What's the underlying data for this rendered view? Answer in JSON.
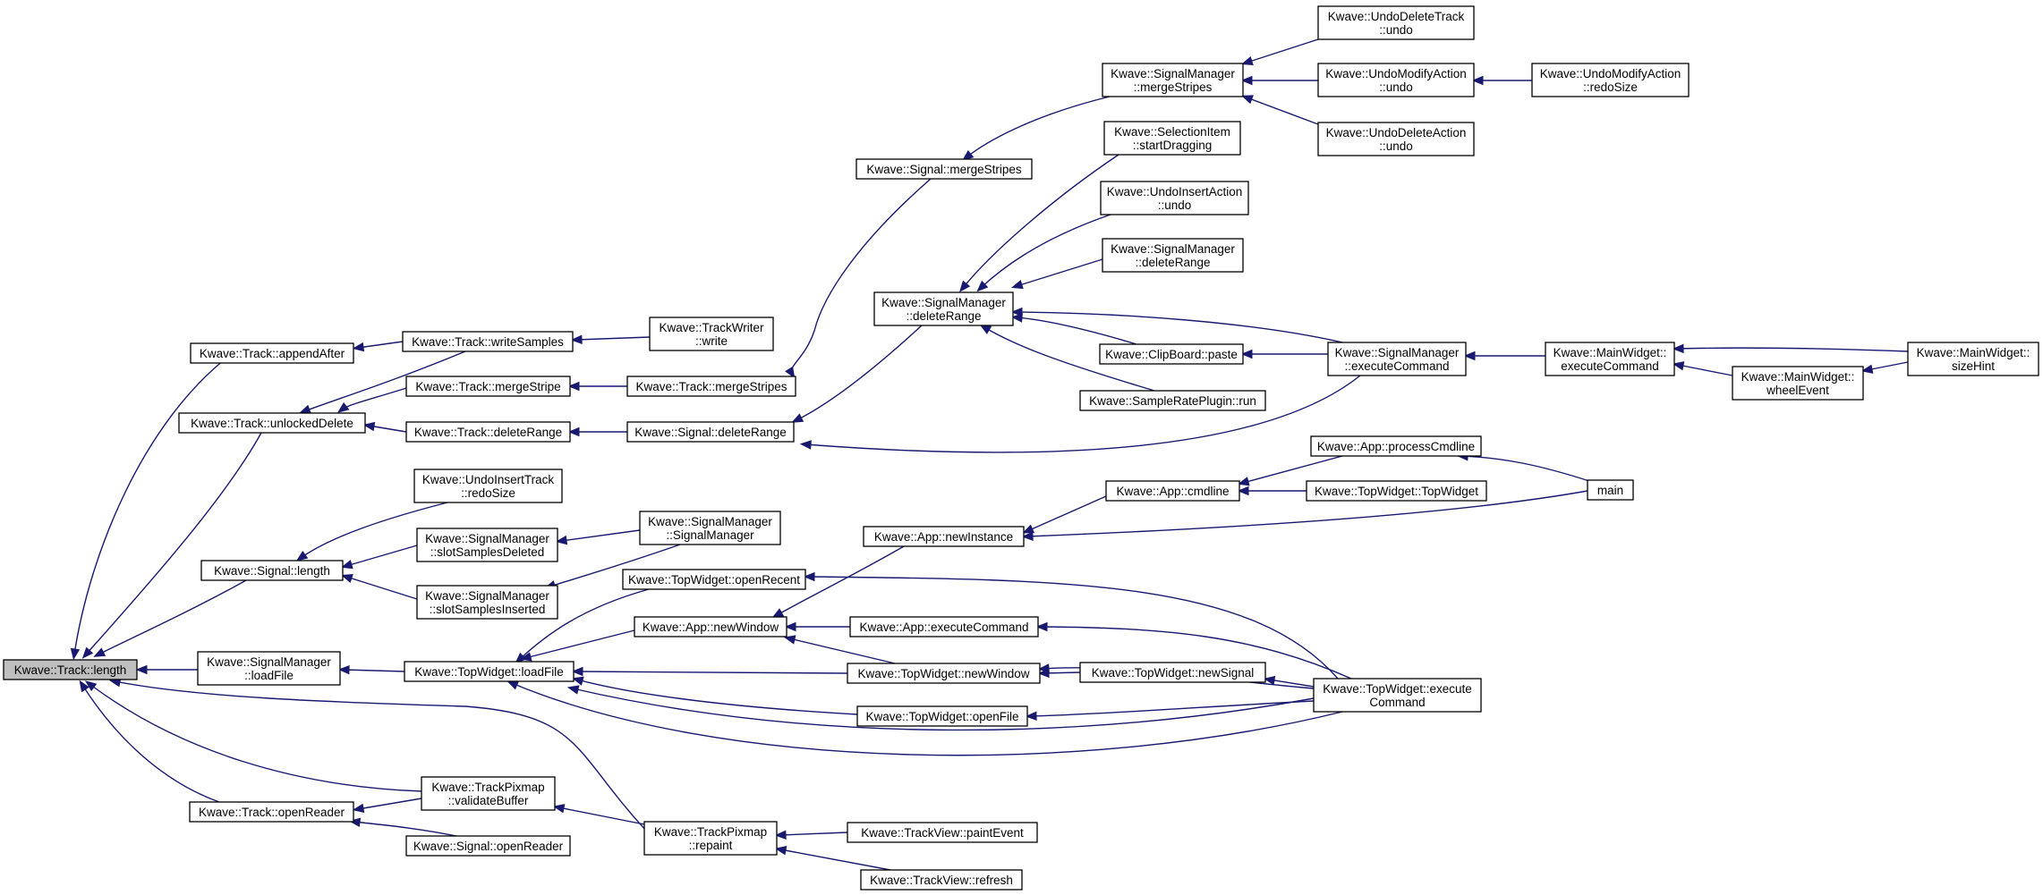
{
  "graph": {
    "edge_color": "#191970",
    "root_fill": "#bfbfbf",
    "node_fill": "#ffffff",
    "nodes": [
      {
        "id": "n_length",
        "lines": [
          "Kwave::Track::length"
        ],
        "root": true
      },
      {
        "id": "n_appendAfter",
        "lines": [
          "Kwave::Track::appendAfter"
        ]
      },
      {
        "id": "n_unlockedDelete",
        "lines": [
          "Kwave::Track::unlockedDelete"
        ]
      },
      {
        "id": "n_signal_length",
        "lines": [
          "Kwave::Signal::length"
        ]
      },
      {
        "id": "n_sm_loadFile",
        "lines": [
          "Kwave::SignalManager",
          "::loadFile"
        ]
      },
      {
        "id": "n_track_openReader",
        "lines": [
          "Kwave::Track::openReader"
        ]
      },
      {
        "id": "n_writeSamples",
        "lines": [
          "Kwave::Track::writeSamples"
        ]
      },
      {
        "id": "n_track_mergeStripe",
        "lines": [
          "Kwave::Track::mergeStripe"
        ]
      },
      {
        "id": "n_track_deleteRange",
        "lines": [
          "Kwave::Track::deleteRange"
        ]
      },
      {
        "id": "n_undoInsertTrack",
        "lines": [
          "Kwave::UndoInsertTrack",
          "::redoSize"
        ]
      },
      {
        "id": "n_slotDeleted",
        "lines": [
          "Kwave::SignalManager",
          "::slotSamplesDeleted"
        ]
      },
      {
        "id": "n_slotInserted",
        "lines": [
          "Kwave::SignalManager",
          "::slotSamplesInserted"
        ]
      },
      {
        "id": "n_tw_loadFile",
        "lines": [
          "Kwave::TopWidget::loadFile"
        ]
      },
      {
        "id": "n_validateBuffer",
        "lines": [
          "Kwave::TrackPixmap",
          "::validateBuffer"
        ]
      },
      {
        "id": "n_signal_openReader",
        "lines": [
          "Kwave::Signal::openReader"
        ]
      },
      {
        "id": "n_trackWriter",
        "lines": [
          "Kwave::TrackWriter",
          "::write"
        ]
      },
      {
        "id": "n_track_mergeStripes",
        "lines": [
          "Kwave::Track::mergeStripes"
        ]
      },
      {
        "id": "n_signal_deleteRange",
        "lines": [
          "Kwave::Signal::deleteRange"
        ]
      },
      {
        "id": "n_sm_ctor",
        "lines": [
          "Kwave::SignalManager",
          "::SignalManager"
        ]
      },
      {
        "id": "n_tw_openRecent",
        "lines": [
          "Kwave::TopWidget::openRecent"
        ]
      },
      {
        "id": "n_app_newWindow",
        "lines": [
          "Kwave::App::newWindow"
        ]
      },
      {
        "id": "n_repaint",
        "lines": [
          "Kwave::TrackPixmap",
          "::repaint"
        ]
      },
      {
        "id": "n_signal_mergeStripes",
        "lines": [
          "Kwave::Signal::mergeStripes"
        ]
      },
      {
        "id": "n_sm_deleteRange",
        "lines": [
          "Kwave::SignalManager",
          "::deleteRange"
        ]
      },
      {
        "id": "n_app_newInstance",
        "lines": [
          "Kwave::App::newInstance"
        ]
      },
      {
        "id": "n_app_executeCommand",
        "lines": [
          "Kwave::App::executeCommand"
        ]
      },
      {
        "id": "n_tw_newWindow",
        "lines": [
          "Kwave::TopWidget::newWindow"
        ]
      },
      {
        "id": "n_tw_openFile",
        "lines": [
          "Kwave::TopWidget::openFile"
        ]
      },
      {
        "id": "n_paintEvent",
        "lines": [
          "Kwave::TrackView::paintEvent"
        ]
      },
      {
        "id": "n_refresh",
        "lines": [
          "Kwave::TrackView::refresh"
        ]
      },
      {
        "id": "n_sm_mergeStripes",
        "lines": [
          "Kwave::SignalManager",
          "::mergeStripes"
        ]
      },
      {
        "id": "n_selectionItem",
        "lines": [
          "Kwave::SelectionItem",
          "::startDragging"
        ]
      },
      {
        "id": "n_undoInsertAction",
        "lines": [
          "Kwave::UndoInsertAction",
          "::undo"
        ]
      },
      {
        "id": "n_sm_deleteRange2",
        "lines": [
          "Kwave::SignalManager",
          "::deleteRange"
        ]
      },
      {
        "id": "n_clipboardPaste",
        "lines": [
          "Kwave::ClipBoard::paste"
        ]
      },
      {
        "id": "n_sampleRateRun",
        "lines": [
          "Kwave::SampleRatePlugin::run"
        ]
      },
      {
        "id": "n_app_cmdline",
        "lines": [
          "Kwave::App::cmdline"
        ]
      },
      {
        "id": "n_tw_newSignal",
        "lines": [
          "Kwave::TopWidget::newSignal"
        ]
      },
      {
        "id": "n_undoDeleteTrack",
        "lines": [
          "Kwave::UndoDeleteTrack",
          "::undo"
        ]
      },
      {
        "id": "n_undoModifyUndo",
        "lines": [
          "Kwave::UndoModifyAction",
          "::undo"
        ]
      },
      {
        "id": "n_undoDeleteAction",
        "lines": [
          "Kwave::UndoDeleteAction",
          "::undo"
        ]
      },
      {
        "id": "n_sm_executeCommand",
        "lines": [
          "Kwave::SignalManager",
          "::executeCommand"
        ]
      },
      {
        "id": "n_processCmdline",
        "lines": [
          "Kwave::App::processCmdline"
        ]
      },
      {
        "id": "n_tw_ctor",
        "lines": [
          "Kwave::TopWidget::TopWidget"
        ]
      },
      {
        "id": "n_tw_executeCommand",
        "lines": [
          "Kwave::TopWidget::execute",
          "Command"
        ]
      },
      {
        "id": "n_undoModifyRedo",
        "lines": [
          "Kwave::UndoModifyAction",
          "::redoSize"
        ]
      },
      {
        "id": "n_mw_executeCommand",
        "lines": [
          "Kwave::MainWidget::",
          "executeCommand"
        ]
      },
      {
        "id": "n_main",
        "lines": [
          "main"
        ]
      },
      {
        "id": "n_mw_wheelEvent",
        "lines": [
          "Kwave::MainWidget::",
          "wheelEvent"
        ]
      },
      {
        "id": "n_mw_sizeHint",
        "lines": [
          "Kwave::MainWidget::",
          "sizeHint"
        ]
      }
    ],
    "edges": [
      {
        "from": "n_appendAfter",
        "to": "n_length"
      },
      {
        "from": "n_unlockedDelete",
        "to": "n_length"
      },
      {
        "from": "n_signal_length",
        "to": "n_length"
      },
      {
        "from": "n_sm_loadFile",
        "to": "n_length"
      },
      {
        "from": "n_track_openReader",
        "to": "n_length"
      },
      {
        "from": "n_validateBuffer",
        "to": "n_length"
      },
      {
        "from": "n_repaint",
        "to": "n_length"
      },
      {
        "from": "n_writeSamples",
        "to": "n_appendAfter"
      },
      {
        "from": "n_writeSamples",
        "to": "n_unlockedDelete"
      },
      {
        "from": "n_track_mergeStripe",
        "to": "n_unlockedDelete"
      },
      {
        "from": "n_track_deleteRange",
        "to": "n_unlockedDelete"
      },
      {
        "from": "n_undoInsertTrack",
        "to": "n_signal_length"
      },
      {
        "from": "n_slotDeleted",
        "to": "n_signal_length"
      },
      {
        "from": "n_slotInserted",
        "to": "n_signal_length"
      },
      {
        "from": "n_tw_loadFile",
        "to": "n_sm_loadFile"
      },
      {
        "from": "n_validateBuffer",
        "to": "n_track_openReader"
      },
      {
        "from": "n_signal_openReader",
        "to": "n_track_openReader"
      },
      {
        "from": "n_trackWriter",
        "to": "n_writeSamples"
      },
      {
        "from": "n_track_mergeStripes",
        "to": "n_track_mergeStripe"
      },
      {
        "from": "n_signal_deleteRange",
        "to": "n_track_deleteRange"
      },
      {
        "from": "n_sm_ctor",
        "to": "n_slotDeleted"
      },
      {
        "from": "n_sm_ctor",
        "to": "n_slotInserted"
      },
      {
        "from": "n_tw_openRecent",
        "to": "n_tw_loadFile"
      },
      {
        "from": "n_app_newWindow",
        "to": "n_tw_loadFile"
      },
      {
        "from": "n_tw_newWindow",
        "to": "n_tw_loadFile"
      },
      {
        "from": "n_tw_openFile",
        "to": "n_tw_loadFile"
      },
      {
        "from": "n_tw_executeCommand",
        "to": "n_tw_loadFile"
      },
      {
        "from": "n_repaint",
        "to": "n_validateBuffer"
      },
      {
        "from": "n_signal_mergeStripes",
        "to": "n_track_mergeStripes"
      },
      {
        "from": "n_sm_deleteRange",
        "to": "n_signal_deleteRange"
      },
      {
        "from": "n_sm_executeCommand",
        "to": "n_signal_deleteRange"
      },
      {
        "from": "n_app_newInstance",
        "to": "n_app_newWindow"
      },
      {
        "from": "n_app_executeCommand",
        "to": "n_app_newWindow"
      },
      {
        "from": "n_tw_newWindow",
        "to": "n_app_newWindow"
      },
      {
        "from": "n_tw_executeCommand",
        "to": "n_tw_openRecent"
      },
      {
        "from": "n_paintEvent",
        "to": "n_repaint"
      },
      {
        "from": "n_refresh",
        "to": "n_repaint"
      },
      {
        "from": "n_sm_mergeStripes",
        "to": "n_signal_mergeStripes"
      },
      {
        "from": "n_selectionItem",
        "to": "n_sm_deleteRange"
      },
      {
        "from": "n_undoInsertAction",
        "to": "n_sm_deleteRange"
      },
      {
        "from": "n_sm_deleteRange2",
        "to": "n_sm_deleteRange"
      },
      {
        "from": "n_clipboardPaste",
        "to": "n_sm_deleteRange"
      },
      {
        "from": "n_sampleRateRun",
        "to": "n_sm_deleteRange"
      },
      {
        "from": "n_sm_executeCommand",
        "to": "n_sm_deleteRange"
      },
      {
        "from": "n_app_cmdline",
        "to": "n_app_newInstance"
      },
      {
        "from": "n_main",
        "to": "n_app_newInstance"
      },
      {
        "from": "n_tw_executeCommand",
        "to": "n_app_executeCommand"
      },
      {
        "from": "n_tw_newSignal",
        "to": "n_tw_newWindow"
      },
      {
        "from": "n_tw_executeCommand",
        "to": "n_tw_newWindow"
      },
      {
        "from": "n_tw_executeCommand",
        "to": "n_tw_openFile"
      },
      {
        "from": "n_undoDeleteTrack",
        "to": "n_sm_mergeStripes"
      },
      {
        "from": "n_undoModifyUndo",
        "to": "n_sm_mergeStripes"
      },
      {
        "from": "n_undoDeleteAction",
        "to": "n_sm_mergeStripes"
      },
      {
        "from": "n_sm_executeCommand",
        "to": "n_clipboardPaste"
      },
      {
        "from": "n_processCmdline",
        "to": "n_app_cmdline"
      },
      {
        "from": "n_tw_ctor",
        "to": "n_app_cmdline"
      },
      {
        "from": "n_tw_executeCommand",
        "to": "n_tw_newSignal"
      },
      {
        "from": "n_undoModifyRedo",
        "to": "n_undoModifyUndo"
      },
      {
        "from": "n_mw_executeCommand",
        "to": "n_sm_executeCommand"
      },
      {
        "from": "n_main",
        "to": "n_processCmdline"
      },
      {
        "from": "n_mw_sizeHint",
        "to": "n_mw_executeCommand"
      },
      {
        "from": "n_mw_wheelEvent",
        "to": "n_mw_executeCommand"
      },
      {
        "from": "n_mw_sizeHint",
        "to": "n_mw_wheelEvent"
      }
    ]
  }
}
